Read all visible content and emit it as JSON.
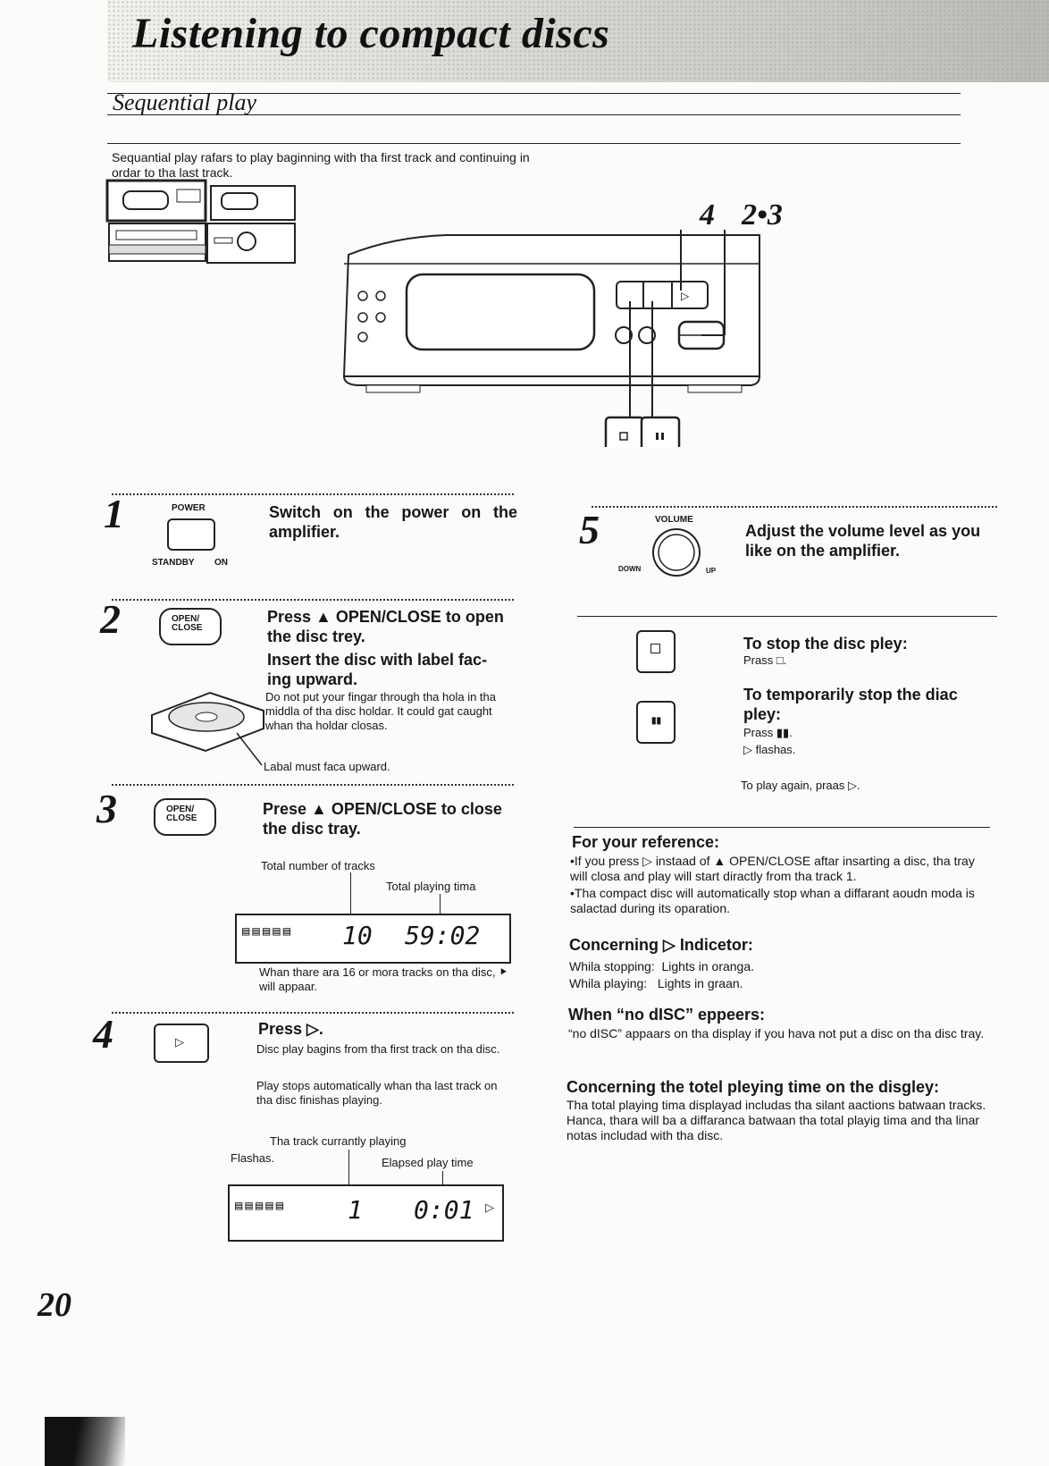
{
  "header": {
    "title": "Listening to compact discs",
    "section": "Sequential play"
  },
  "intro": "Sequantial play rafars to play baginning with tha first track and continuing in ordar to tha last track.",
  "diagram": {
    "callout_left": "4",
    "callout_right": "2•3"
  },
  "steps": [
    {
      "num": "1",
      "button": "POWER",
      "standby": "STANDBY",
      "on": "ON",
      "heading": "Switch on the power on the amplifier."
    },
    {
      "num": "2",
      "button": "OPEN/ CLOSE",
      "heading": "Press ▲ OPEN/CLOSE to open the disc trey.",
      "heading2": "Insert the disc with label fac- ing upward.",
      "note": "Do not put your fingar through tha hola in tha middla of tha disc holdar. It could gat caught whan tha holdar closas.",
      "label_note": "Labal must faca upward."
    },
    {
      "num": "3",
      "button": "OPEN/ CLOSE",
      "heading": "Prese ▲ OPEN/CLOSE to close the disc tray.",
      "total_tracks": "Total number of tracks",
      "total_time": "Total playing tima",
      "lcd_tracks": "10",
      "lcd_time": "59:02",
      "note": "Whan thare ara 16 or mora tracks on tha disc, ⯈ will appaar."
    },
    {
      "num": "4",
      "heading": "Press ▷.",
      "body1": "Disc play bagins from tha first track on tha disc.",
      "body2": "Play stops automatically whan tha last track on tha disc finishas playing.",
      "current_track": "Tha track currantly playing",
      "flashes": "Flashas.",
      "elapsed": "Elapsed play time",
      "lcd_track": "1",
      "lcd_time": "0:01"
    },
    {
      "num": "5",
      "knob": "VOLUME",
      "down": "DOWN",
      "up": "UP",
      "heading": "Adjust the volume level as you like on the amplifier."
    }
  ],
  "stop": {
    "heading": "To stop the disc pley:",
    "body": "Prass □."
  },
  "pause": {
    "heading": "To temporarily stop the diac pley:",
    "body1": "Prass ▮▮.",
    "body2": "▷ flashas.",
    "again": "To play again, praas ▷."
  },
  "reference": {
    "title": "For your reference:",
    "b1": "•If you press ▷ instaad of ▲ OPEN/CLOSE aftar insarting a disc, tha tray will closa and play will start diractly from tha track 1.",
    "b2": "•Tha compact disc will automatically stop whan a diffarant aoudn moda is salactad during its oparation.",
    "ind_title": "Concerning ▷ Indicetor:",
    "ind_stop": "Whila stopping:  Lights in oranga.",
    "ind_play": "Whila playing:   Lights in graan.",
    "nodisc_title": "When “no dISC” eppeers:",
    "nodisc_text": "“no dISC” appaars on tha display if you hava not put a disc on tha disc tray.",
    "total_title": "Concerning the totel pleying time on the disgley:",
    "total_text": "Tha total playing tima displayad includas tha silant aactions batwaan tracks. Hanca, thara will ba a diffaranca batwaan tha total playig tima and tha linar notas includad with tha disc."
  },
  "page_number": "20"
}
